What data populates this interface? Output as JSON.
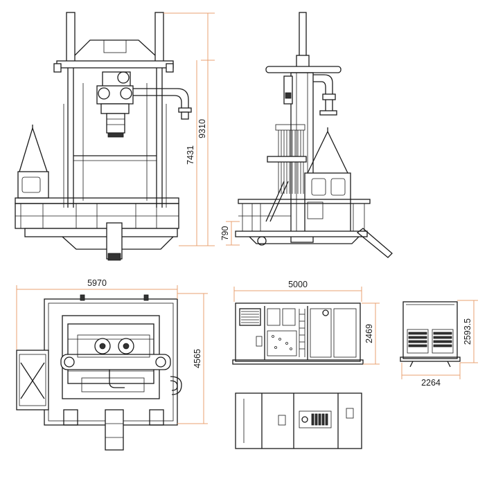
{
  "dimensions": {
    "front_total_height": "9310",
    "front_mast_height": "7431",
    "side_base_height": "790",
    "top_width": "5970",
    "top_depth": "4565",
    "container_length": "5000",
    "container_height": "2469",
    "container_end_height": "2593.5",
    "container_end_width": "2264"
  },
  "colors": {
    "line": "#1a1a1a",
    "dimension_line": "#e8a070",
    "background": "#ffffff"
  }
}
